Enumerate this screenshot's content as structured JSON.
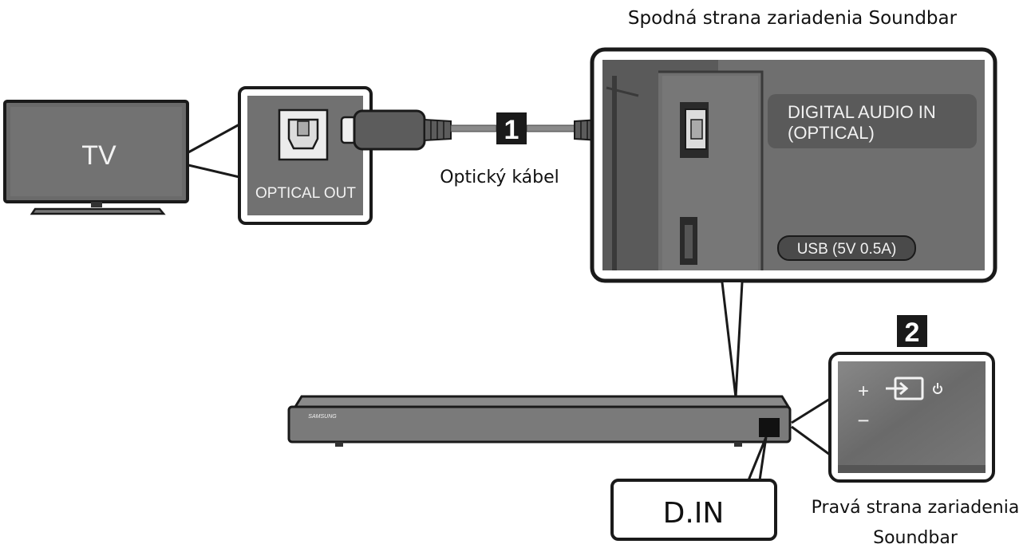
{
  "labels": {
    "bottom_title": "Spodná strana zariadenia Soundbar",
    "tv": "TV",
    "optical_out": "OPTICAL OUT",
    "cable": "Optický kábel",
    "digital_audio_line1": "DIGITAL AUDIO IN",
    "digital_audio_line2": "(OPTICAL)",
    "usb": "USB (5V 0.5A)",
    "din": "D.IN",
    "right_side_line1": "Pravá strana zariadenia",
    "right_side_line2": "Soundbar",
    "brand": "SAMSUNG",
    "plus": "+",
    "minus": "−"
  },
  "steps": {
    "step1": "1",
    "step2": "2"
  },
  "icons": {
    "input": "input-source-icon",
    "power": "power-icon"
  },
  "colors": {
    "panel": "#6e6e6e",
    "panel_dark": "#4a4a4a",
    "ink": "#1a1a1a",
    "bar": "#7a7a7a",
    "cable": "#5a5a5a"
  }
}
